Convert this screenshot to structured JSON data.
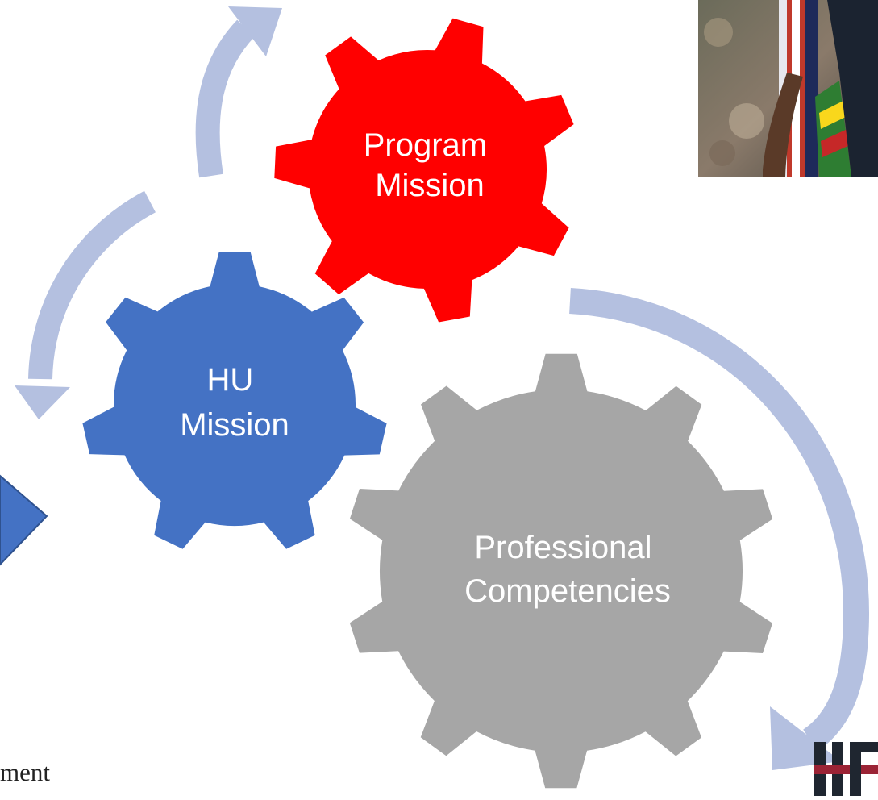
{
  "gears": [
    {
      "id": "program-mission",
      "lines": [
        "Program",
        "Mission"
      ],
      "color": "#ff0000"
    },
    {
      "id": "hu-mission",
      "lines": [
        "HU",
        "Mission"
      ],
      "color": "#4472c4"
    },
    {
      "id": "professional-competencies",
      "lines": [
        "Professional",
        "Competencies"
      ],
      "color": "#a6a6a6"
    }
  ],
  "arrow_color": "#b4c0e0",
  "left_chevron_color": "#4472c4",
  "footer": {
    "partial_text": "ment"
  },
  "logo": {
    "colors": [
      "#1f2630",
      "#9b2335"
    ]
  },
  "photo": {
    "description_icon": "graduation-photo"
  }
}
